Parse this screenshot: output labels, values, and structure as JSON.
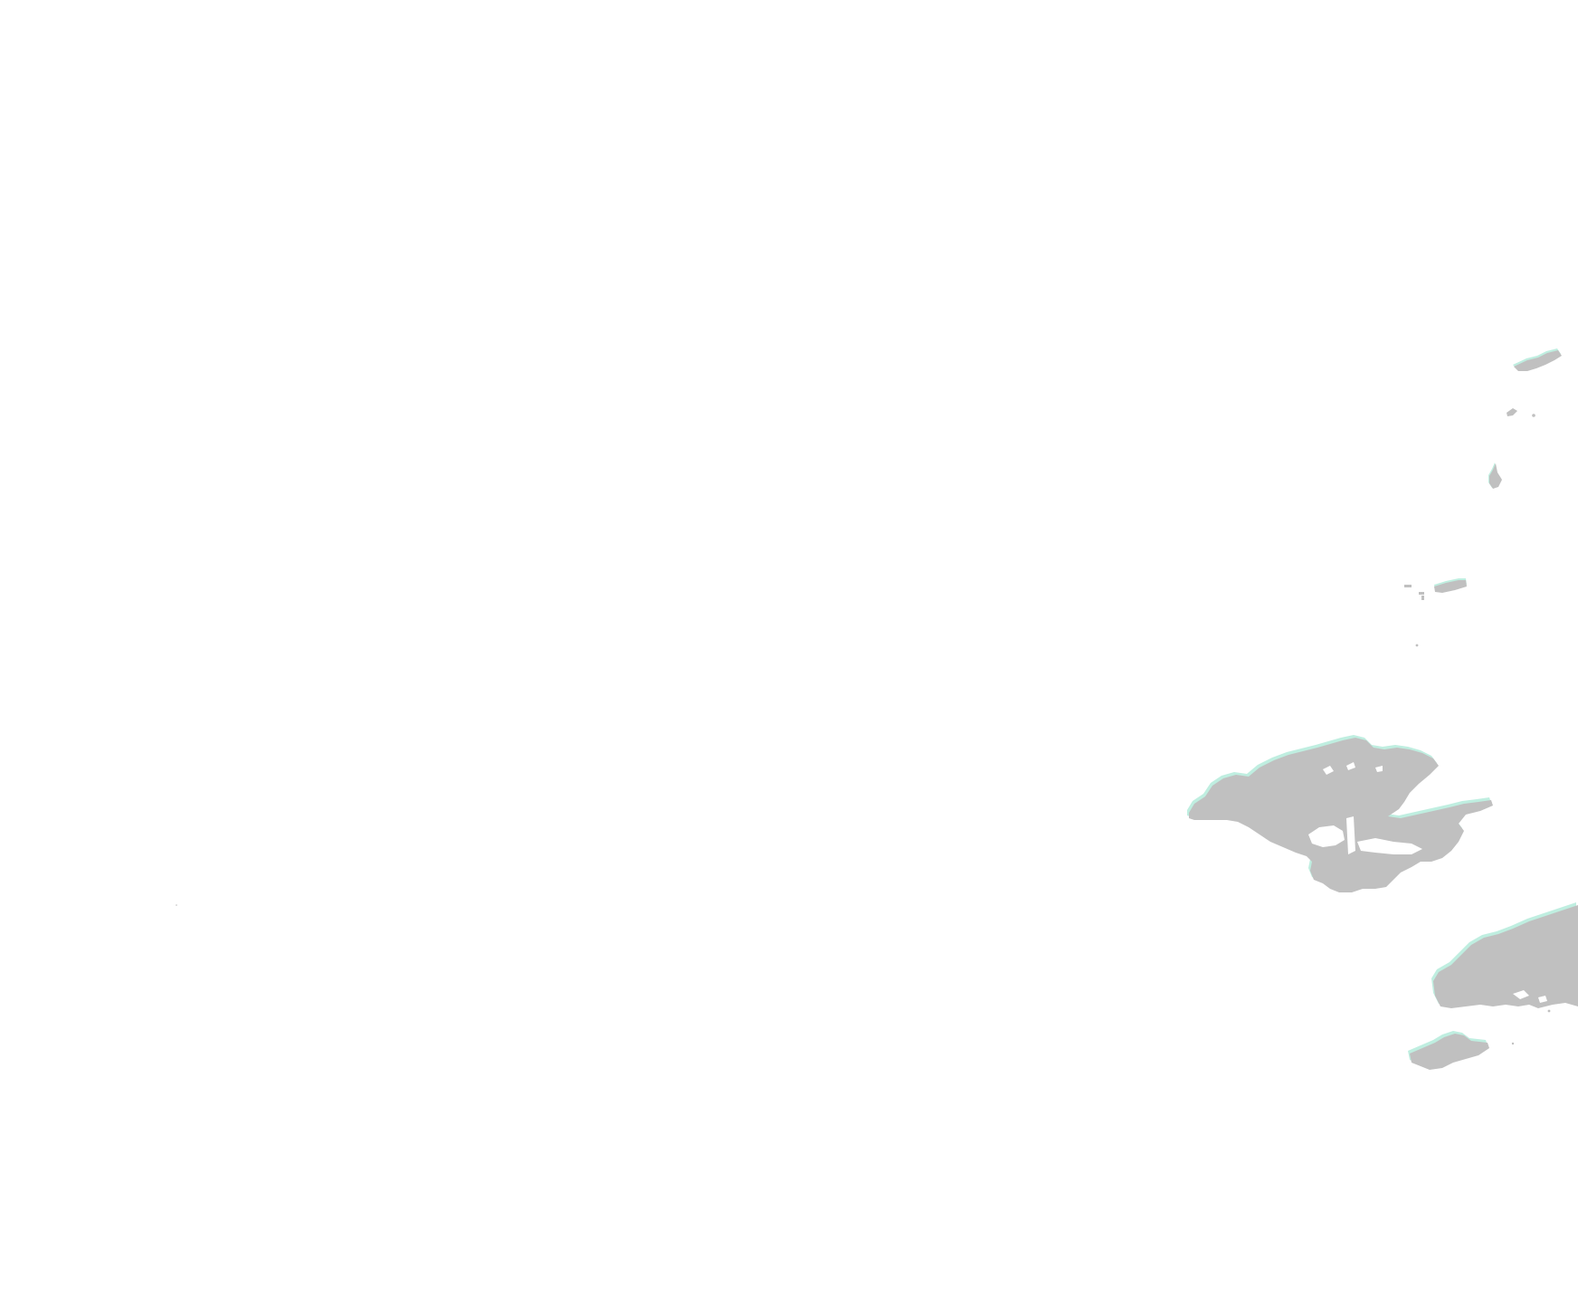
{
  "map": {
    "background_color": "#ffffff",
    "land_color": "#c0c0c0",
    "coast_color": "#bfeee0",
    "features": [
      "island-north-small",
      "islet-north-1",
      "islet-north-2",
      "island-small-east",
      "island-large-west",
      "island-large-southeast",
      "island-small-south"
    ]
  }
}
